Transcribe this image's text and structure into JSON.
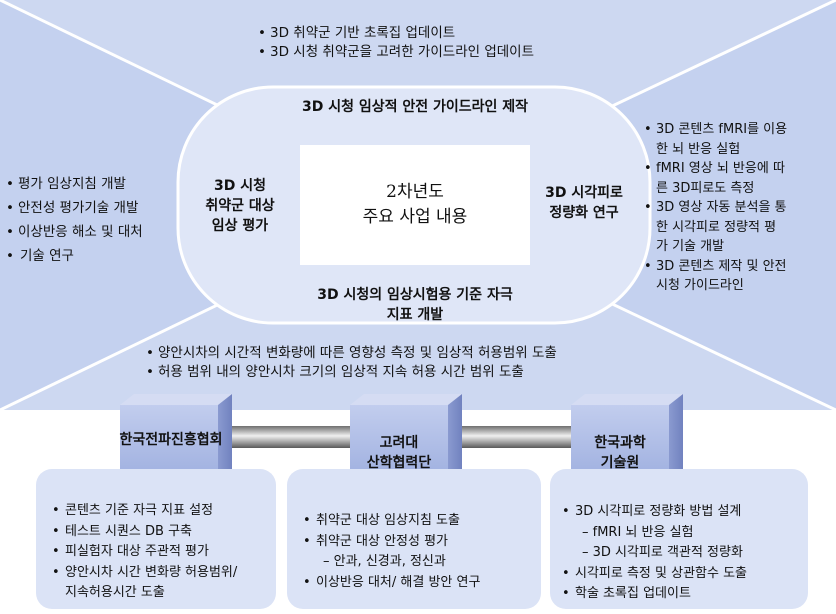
{
  "top_bullets": [
    "3D 취약군 기반 초록집 업데이트",
    "3D 시청 취약군을 고려한 가이드라인 업데이트"
  ],
  "left_bullets": [
    "평가 임상지침 개발",
    "안전성 평가기술 개발",
    "이상반응 해소 및 대처",
    "기술 연구"
  ],
  "right_bullets": [
    "3D 콘텐츠 fMRI를 이용",
    "한 뇌 반응 실험",
    "fMRI 영상 뇌 반응에 따",
    "른 3D피로도 측정",
    "3D 영상 자동 분석을 통",
    "한 시각피로 정량적 평",
    "가 기술 개발",
    "3D 콘텐츠 제작 및 안전",
    "시청 가이드라인"
  ],
  "bottom_bullets": [
    "양안시차의 시간적 변화량에 따른 영향성 측정 및 임상적 허용범위 도출",
    "허용 범위 내의 양안시차 크기의 임상적 지속 허용 시간 범위 도출"
  ],
  "center": {
    "line1": "2차년도",
    "line2": "주요 사업 내용"
  },
  "oval": {
    "top_line": "3D 시청 임상적 안전 가이드라인 제작",
    "left_lines": [
      "3D 시청",
      "취약군 대상",
      "임상 평가"
    ],
    "right_lines": [
      "3D 시각피로",
      "정량화 연구"
    ],
    "bottom_lines": [
      "3D 시청의 임상시험용 기준 자극",
      "지표 개발"
    ]
  },
  "orgs": [
    {
      "name_lines": [
        "한국전파진흥협회"
      ]
    },
    {
      "name_lines": [
        "고려대",
        "산학협력단"
      ]
    },
    {
      "name_lines": [
        "한국과학",
        "기술원"
      ]
    }
  ],
  "panels": [
    {
      "items": [
        {
          "text": "콘텐츠 기준 자극 지표 설정",
          "type": "b"
        },
        {
          "text": "테스트 시퀀스 DB 구축",
          "type": "b"
        },
        {
          "text": "피실험자 대상 주관적 평가",
          "type": "b"
        },
        {
          "text": "양안시차 시간 변화량 허용범위/",
          "type": "b"
        },
        {
          "text": "지속허용시간 도출",
          "type": "c"
        }
      ]
    },
    {
      "items": [
        {
          "text": "취약군 대상 임상지침 도출",
          "type": "b"
        },
        {
          "text": "취약군 대상 안정성 평가",
          "type": "b"
        },
        {
          "text": "–   안과, 신경과, 정신과",
          "type": "sub"
        },
        {
          "text": "이상반응 대처/ 해결 방안 연구",
          "type": "b"
        }
      ]
    },
    {
      "items": [
        {
          "text": "3D 시각피로 정량화 방법 설계",
          "type": "b"
        },
        {
          "text": "– fMRI 뇌 반응 실험",
          "type": "sub"
        },
        {
          "text": "– 3D 시각피로 객관적 정량화",
          "type": "sub"
        },
        {
          "text": "시각피로 측정 및 상관함수 도출",
          "type": "b"
        },
        {
          "text": "학술 초록집 업데이트",
          "type": "b"
        }
      ]
    }
  ],
  "colors": {
    "background_blue": "#cdd8f1",
    "darker_blue": "#b6c6ea",
    "connector": "#8a8a8a",
    "cube_front": "#aab8e0",
    "panel": "#dbe3f6"
  }
}
